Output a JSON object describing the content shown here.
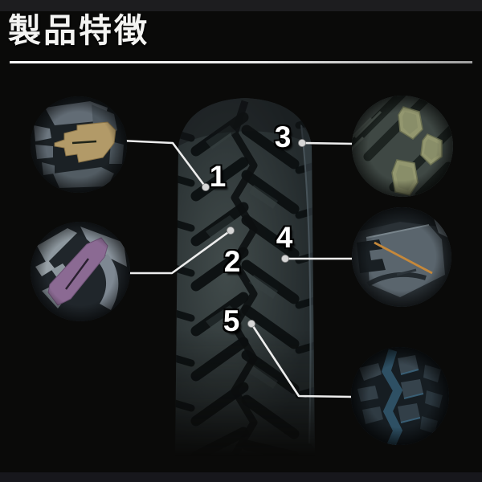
{
  "header": {
    "title": "製品特徴"
  },
  "callouts": [
    {
      "number": "1",
      "highlight_color": "#b29a68"
    },
    {
      "number": "2",
      "highlight_color": "#8b6a93"
    },
    {
      "number": "3",
      "highlight_color": "#93976f"
    },
    {
      "number": "4",
      "highlight_color": "#c5883a"
    },
    {
      "number": "5",
      "highlight_color": "#31566c"
    }
  ],
  "colors": {
    "background": "#0a0a09",
    "top_strip": "#1d1d1f",
    "bottom_strip": "#17171c",
    "title_text": "#f4f4f2",
    "callout_line": "#ededed",
    "callout_number": "#ffffff"
  }
}
